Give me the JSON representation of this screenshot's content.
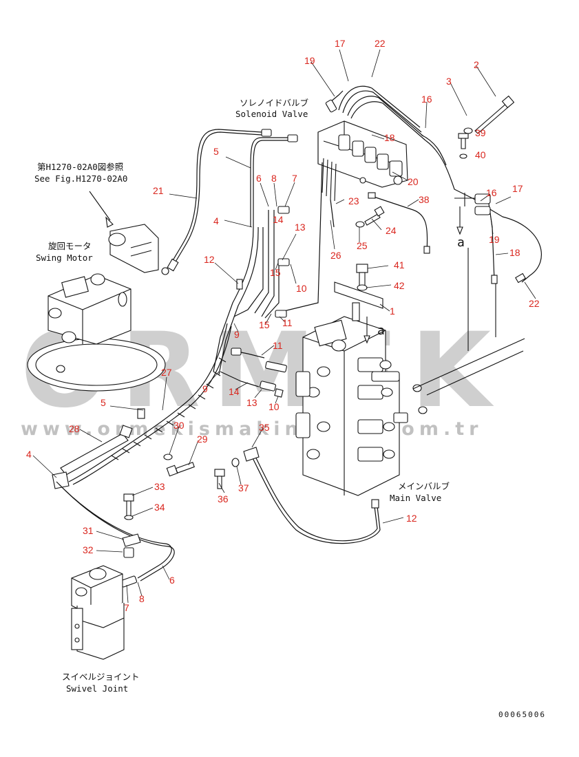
{
  "diagram": {
    "callouts": [
      {
        "id": "c17a",
        "text": "17"
      },
      {
        "id": "c22a",
        "text": "22"
      },
      {
        "id": "c19a",
        "text": "19"
      },
      {
        "id": "c2",
        "text": "2"
      },
      {
        "id": "c3",
        "text": "3"
      },
      {
        "id": "c16a",
        "text": "16"
      },
      {
        "id": "c39",
        "text": "39"
      },
      {
        "id": "c40",
        "text": "40"
      },
      {
        "id": "c18a",
        "text": "18"
      },
      {
        "id": "c5a",
        "text": "5"
      },
      {
        "id": "c21",
        "text": "21"
      },
      {
        "id": "c6a",
        "text": "6"
      },
      {
        "id": "c8a",
        "text": "8"
      },
      {
        "id": "c7a",
        "text": "7"
      },
      {
        "id": "c20",
        "text": "20"
      },
      {
        "id": "c16b",
        "text": "16"
      },
      {
        "id": "c17b",
        "text": "17"
      },
      {
        "id": "c38",
        "text": "38"
      },
      {
        "id": "c23",
        "text": "23"
      },
      {
        "id": "c14a",
        "text": "14"
      },
      {
        "id": "c4a",
        "text": "4"
      },
      {
        "id": "c13a",
        "text": "13"
      },
      {
        "id": "c24",
        "text": "24"
      },
      {
        "id": "c19b",
        "text": "19"
      },
      {
        "id": "c18b",
        "text": "18"
      },
      {
        "id": "c25",
        "text": "25"
      },
      {
        "id": "c26",
        "text": "26"
      },
      {
        "id": "c12a",
        "text": "12"
      },
      {
        "id": "c15a",
        "text": "15"
      },
      {
        "id": "c10a",
        "text": "10"
      },
      {
        "id": "c41",
        "text": "41"
      },
      {
        "id": "c42",
        "text": "42"
      },
      {
        "id": "c22b",
        "text": "22"
      },
      {
        "id": "c1",
        "text": "1"
      },
      {
        "id": "c15b",
        "text": "15"
      },
      {
        "id": "c11a",
        "text": "11"
      },
      {
        "id": "c9a",
        "text": "9"
      },
      {
        "id": "c11b",
        "text": "11"
      },
      {
        "id": "c27",
        "text": "27"
      },
      {
        "id": "c9b",
        "text": "9"
      },
      {
        "id": "c14b",
        "text": "14"
      },
      {
        "id": "c13b",
        "text": "13"
      },
      {
        "id": "c10b",
        "text": "10"
      },
      {
        "id": "c5b",
        "text": "5"
      },
      {
        "id": "c28",
        "text": "28"
      },
      {
        "id": "c30",
        "text": "30"
      },
      {
        "id": "c35",
        "text": "35"
      },
      {
        "id": "c29",
        "text": "29"
      },
      {
        "id": "c4b",
        "text": "4"
      },
      {
        "id": "c36",
        "text": "36"
      },
      {
        "id": "c37",
        "text": "37"
      },
      {
        "id": "c33",
        "text": "33"
      },
      {
        "id": "c34",
        "text": "34"
      },
      {
        "id": "c12b",
        "text": "12"
      },
      {
        "id": "c31",
        "text": "31"
      },
      {
        "id": "c32",
        "text": "32"
      },
      {
        "id": "c6b",
        "text": "6"
      },
      {
        "id": "c7b",
        "text": "7"
      },
      {
        "id": "c8b",
        "text": "8"
      }
    ],
    "view_marks": [
      {
        "id": "va",
        "text": "a"
      },
      {
        "id": "vb",
        "text": "a"
      }
    ],
    "captions": {
      "solenoid_jp": "ソレノイドバルブ",
      "solenoid_en": "Solenoid Valve",
      "see_fig_jp": "第H1270-02A0図参照",
      "see_fig_en": "See Fig.H1270-02A0",
      "swing_jp": "旋回モータ",
      "swing_en": "Swing Motor",
      "main_jp": "メインバルブ",
      "main_en": "Main Valve",
      "swivel_jp": "スイベルジョイント",
      "swivel_en": "Swivel Joint"
    },
    "drawing_code": "00065006",
    "watermark": {
      "brand": "ORMEK",
      "url": "www.ormekismakinalari.com.tr"
    }
  },
  "colors": {
    "callout": "#d9251d",
    "line": "#111111",
    "watermark": "#8f8f8f"
  }
}
